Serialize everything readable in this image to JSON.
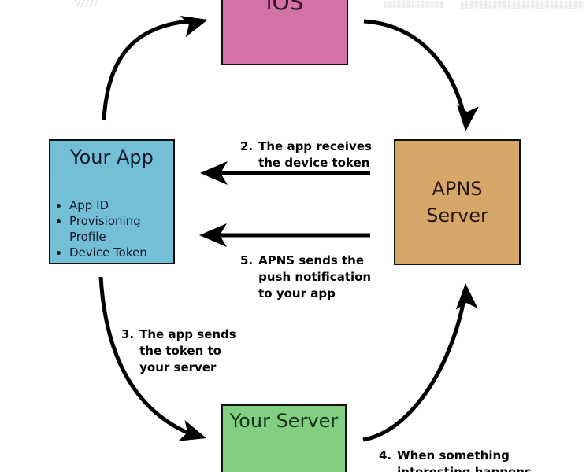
{
  "diagram": {
    "nodes": {
      "ios": {
        "label": "iOS",
        "color": "#d272a7"
      },
      "your_app": {
        "title": "Your App",
        "bullets": [
          "App ID",
          "Provisioning Profile",
          "Device Token"
        ],
        "color": "#72bfd6"
      },
      "apns": {
        "label": "APNS\nServer",
        "color": "#d5a768"
      },
      "your_server": {
        "label": "Your Server",
        "color": "#82cf82"
      }
    },
    "steps": [
      {
        "number": "2.",
        "text": "The app receives\nthe device token"
      },
      {
        "number": "5.",
        "text": "APNS sends the\npush notification\nto your app"
      },
      {
        "number": "3.",
        "text": "The app sends\nthe token to\nyour server"
      },
      {
        "number": "4.",
        "text": "When something\ninteresting happens"
      }
    ],
    "arrow_color": "#000000"
  }
}
